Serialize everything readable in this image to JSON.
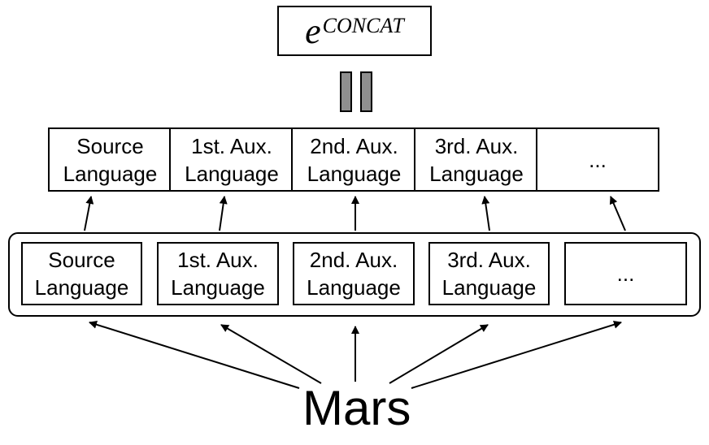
{
  "top_box": {
    "base": "e",
    "superscript": "CONCAT"
  },
  "concat_row": [
    {
      "line1": "Source",
      "line2": "Language"
    },
    {
      "line1": "1st. Aux.",
      "line2": "Language"
    },
    {
      "line1": "2nd. Aux.",
      "line2": "Language"
    },
    {
      "line1": "3rd. Aux.",
      "line2": "Language"
    },
    {
      "line1": "...",
      "line2": ""
    }
  ],
  "model_row": [
    {
      "line1": "Source",
      "line2": "Language"
    },
    {
      "line1": "1st. Aux.",
      "line2": "Language"
    },
    {
      "line1": "2nd. Aux.",
      "line2": "Language"
    },
    {
      "line1": "3rd. Aux.",
      "line2": "Language"
    },
    {
      "line1": "...",
      "line2": ""
    }
  ],
  "source_label": "Mars",
  "colors": {
    "bar_fill": "#8f8f8f",
    "stroke": "#000000"
  }
}
